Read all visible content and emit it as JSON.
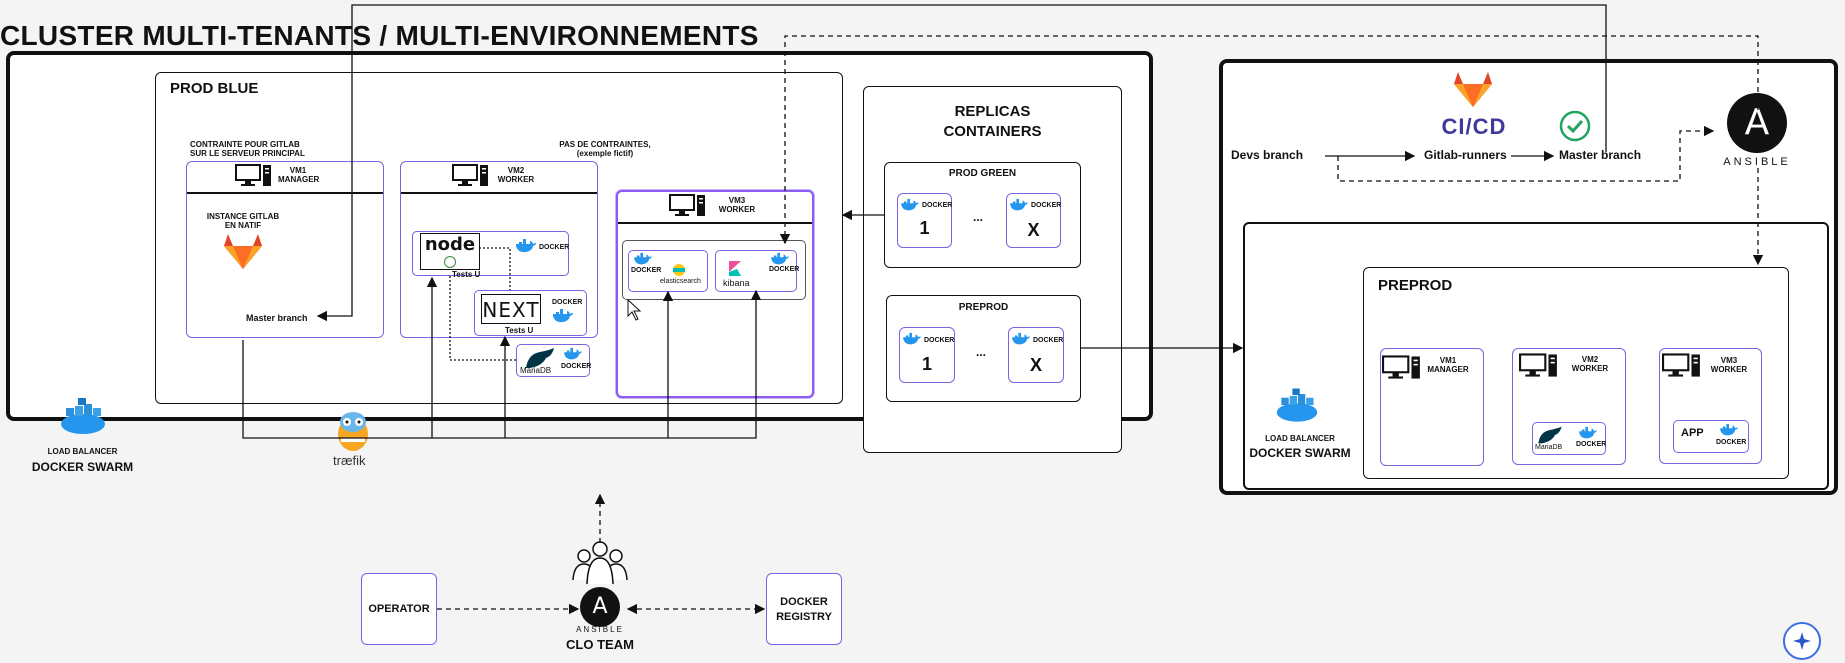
{
  "title": "CLUSTER  MULTI-TENANTS / MULTI-ENVIRONNEMENTS",
  "prod_blue": {
    "title": "PROD BLUE",
    "note_left_1": "CONTRAINTE POUR GITLAB",
    "note_left_2": "SUR LE SERVEUR PRINCIPAL",
    "note_right_1": "PAS DE CONTRAINTES,",
    "note_right_2": "(exemple fictif)",
    "vm1": {
      "name": "VM1",
      "role": "MANAGER"
    },
    "vm2": {
      "name": "VM2",
      "role": "WORKER"
    },
    "vm3": {
      "name": "VM3",
      "role": "WORKER"
    },
    "gitlab_instance_1": "INSTANCE  GITLAB",
    "gitlab_instance_2": "EN NATIF",
    "master_branch": "Master branch",
    "node_logo": "node",
    "next_logo": "NEXT",
    "mariadb_logo": "MariaDB",
    "elastic_logo": "elasticsearch",
    "kibana_logo": "kibana",
    "tests_u": "Tests U",
    "docker": "DOCKER",
    "traefik": "træfik"
  },
  "left_lb": {
    "small": "LOAD BALANCER",
    "big": "DOCKER SWARM"
  },
  "replicas": {
    "title_1": "REPLICAS",
    "title_2": "CONTAINERS",
    "prod_green": "PROD GREEN",
    "preprod": "PREPROD",
    "docker": "DOCKER",
    "one": "1",
    "x": "X",
    "dots": "..."
  },
  "cicd": {
    "devs_branch": "Devs branch",
    "cicd_logo": "CI/CD",
    "gitlab_runners": "Gitlab-runners",
    "master_branch": "Master branch",
    "ansible": "ANSIBLE",
    "ansible_letter": "A"
  },
  "preprod_env": {
    "title": "PREPROD",
    "vm1": {
      "name": "VM1",
      "role": "MANAGER"
    },
    "vm2": {
      "name": "VM2",
      "role": "WORKER"
    },
    "vm3": {
      "name": "VM3",
      "role": "WORKER"
    },
    "mariadb": "MariaDB",
    "docker": "DOCKER",
    "app": "APP"
  },
  "right_lb": {
    "small": "LOAD BALANCER",
    "big": "DOCKER SWARM"
  },
  "bottom": {
    "operator": "OPERATOR",
    "ansible": "ANSIBLE",
    "ansible_letter": "A",
    "clo_team": "CLO TEAM",
    "registry_1": "DOCKER",
    "registry_2": "REGISTRY"
  },
  "colors": {
    "accent": "#7b63e3",
    "gitlab": "#e24329",
    "docker": "#2496ed",
    "ok": "#1fa55f"
  }
}
